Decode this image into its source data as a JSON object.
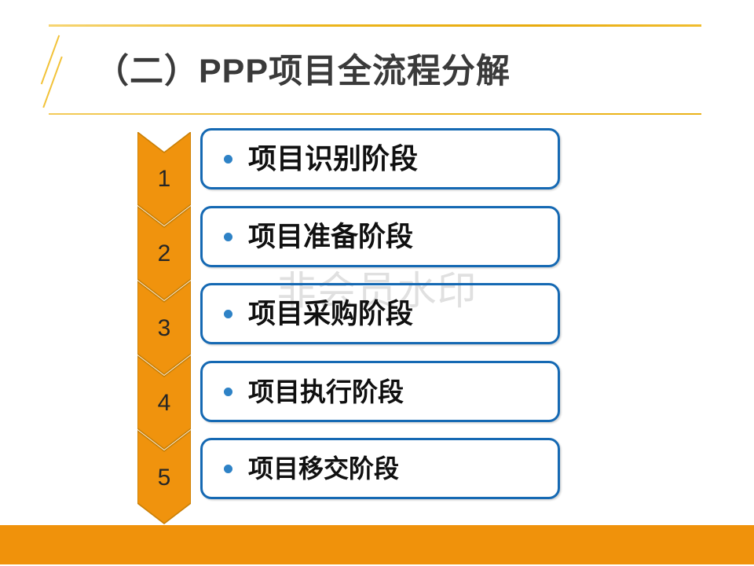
{
  "slide": {
    "title": "（二）PPP项目全流程分解",
    "watermark": "非会员水印",
    "stages": [
      {
        "number": "1",
        "label": "项目识别阶段"
      },
      {
        "number": "2",
        "label": "项目准备阶段"
      },
      {
        "number": "3",
        "label": "项目采购阶段"
      },
      {
        "number": "4",
        "label": "项目执行阶段"
      },
      {
        "number": "5",
        "label": "项目移交阶段"
      }
    ],
    "colors": {
      "accent_gold": "#F2C238",
      "arrow_fill": "#F0930D",
      "arrow_border": "#C87F06",
      "box_border": "#1569B3",
      "bullet_blue": "#2E82C6",
      "bottom_bar": "#F0920B",
      "title_text": "#3A3A3A"
    }
  }
}
